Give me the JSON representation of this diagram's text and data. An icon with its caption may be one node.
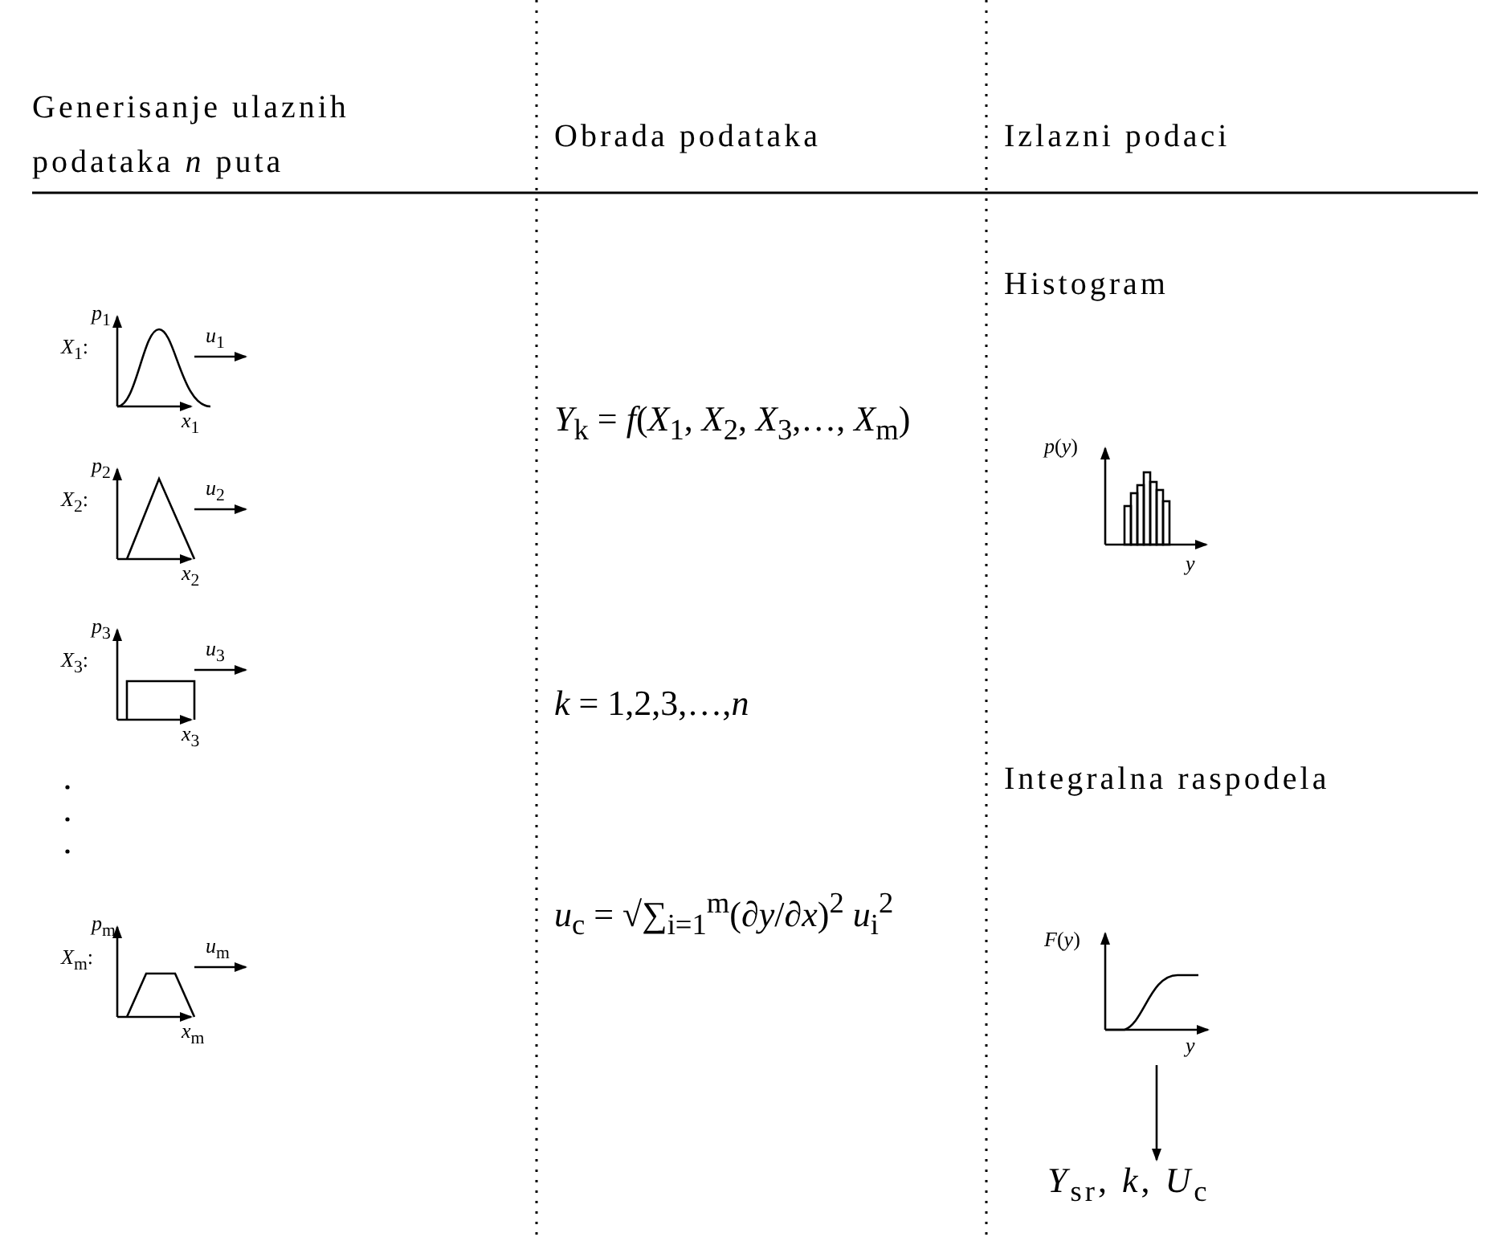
{
  "diagram": {
    "nodes": [
      {
        "text": [
          "*F*(*y*)",
          "*y*"
        ]
      },
      {
        "text": [
          "*Y*$_{sr}$, *k*, *U*$_{c}$"
        ]
      }
    ],
    "edges": [
      {
        "from": 0,
        "to": 1,
        "arrow": "to"
      }
    ],
    "labels": [
      "Generisanje ulaznih podataka *n* puta",
      "Obrada podataka",
      "Izlazni podaci",
      "*X*$_{1}$:",
      "*p*$_{1}$",
      "*u*$_{1}$",
      "*x*$_{1}$",
      "*X*$_{2}$:",
      "*p*$_{2}$",
      "*u*$_{2}$",
      "*x*$_{2}$",
      "*X*$_{3}$:",
      "*p*$_{3}$",
      "*u*$_{3}$",
      "*x*$_{3}$",
      "*X*$_{m}$:",
      "*p*$_{m}$",
      "*u*$_{m}$",
      "*x*$_{m}$",
      "*Y*$_{k}$ = *f*(*X*$_{1}$, *X*$_{2}$, *X*$_{3}$,…, *X*$_{m}$)",
      "*k* = 1,2,3,…,*n*",
      "*u*$_{c}$ = √∑$_{i=1}$$^{m}$(∂*y*/∂*x*)$^{2}$ *u*$_{i}$$^{2}$",
      "Histogram",
      "*p*(*y*)",
      "*y*",
      "Integralna raspodela"
    ]
  }
}
